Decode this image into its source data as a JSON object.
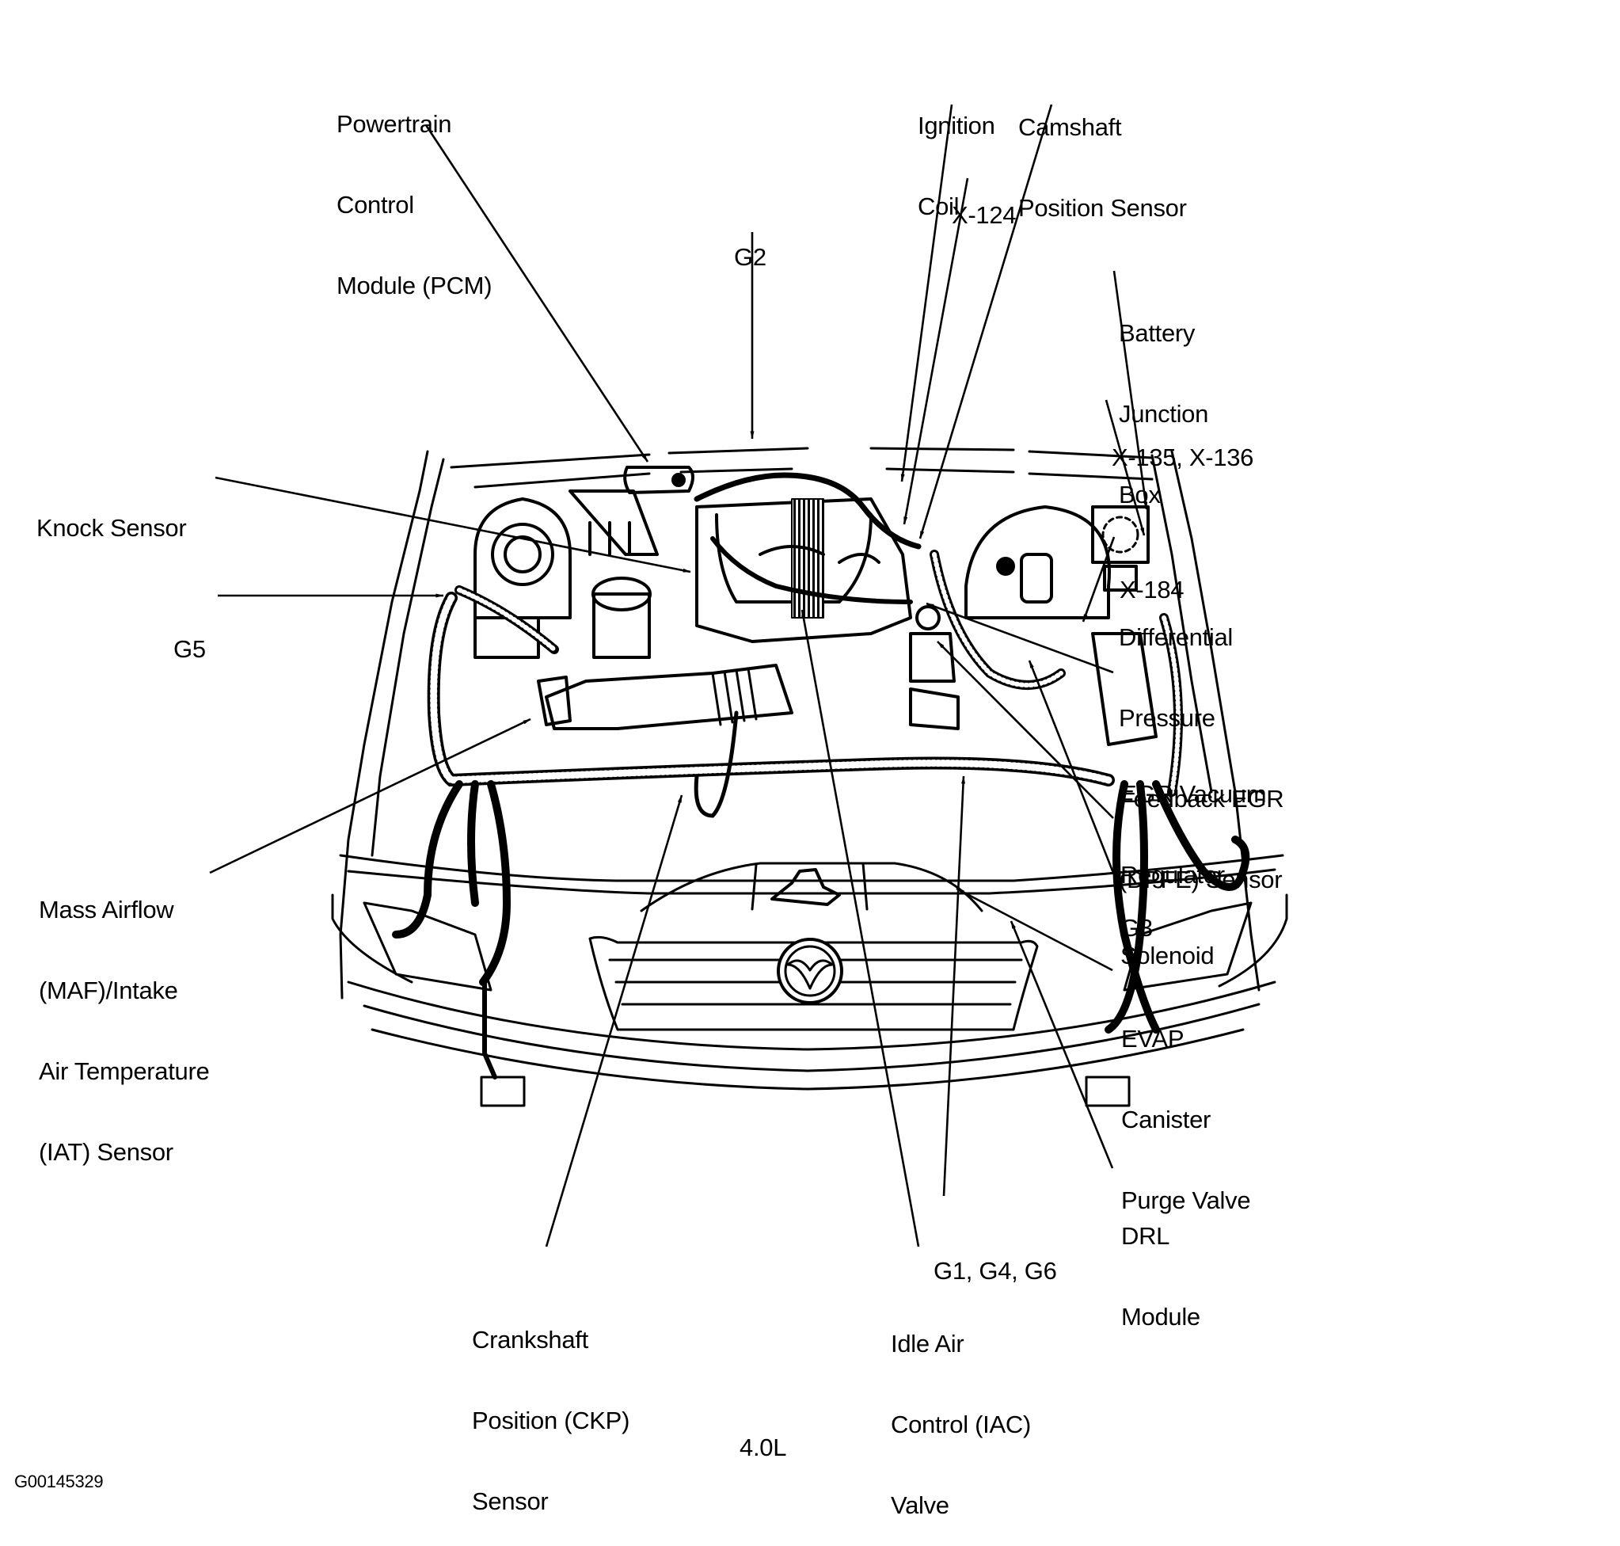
{
  "figure": {
    "caption": "4.0L",
    "figure_id": "G00145329",
    "ink_color": "#000000",
    "background_color": "#ffffff"
  },
  "labels": {
    "pcm": [
      "Powertrain",
      "Control",
      "Module (PCM)"
    ],
    "g2": [
      "G2"
    ],
    "ignition_coil": [
      "Ignition",
      "Coil"
    ],
    "camshaft_sensor": [
      "Camshaft",
      "Position Sensor"
    ],
    "x124": [
      "X-124"
    ],
    "battery_junction_box": [
      "Battery",
      "Junction",
      "Box"
    ],
    "x135_x136": [
      "X-135, X-136"
    ],
    "x184": [
      "X-184"
    ],
    "knock_sensor": [
      "Knock Sensor"
    ],
    "g5": [
      "G5"
    ],
    "dpfe_sensor": [
      "Differential",
      "Pressure",
      "Feedback EGR",
      "(DPFE) Sensor"
    ],
    "egr_solenoid": [
      "EGR Vacuum",
      "Regulator",
      "Solenoid"
    ],
    "g3": [
      "G3"
    ],
    "maf_iat_sensor": [
      "Mass Airflow",
      "(MAF)/Intake",
      "Air Temperature",
      "(IAT) Sensor"
    ],
    "evap_valve": [
      "EVAP",
      "Canister",
      "Purge Valve"
    ],
    "drl_module": [
      "DRL",
      "Module"
    ],
    "g1_g4_g6": [
      "G1, G4, G6"
    ],
    "ckp_sensor": [
      "Crankshaft",
      "Position (CKP)",
      "Sensor"
    ],
    "iac_valve": [
      "Idle Air",
      "Control (IAC)",
      "Valve"
    ]
  }
}
